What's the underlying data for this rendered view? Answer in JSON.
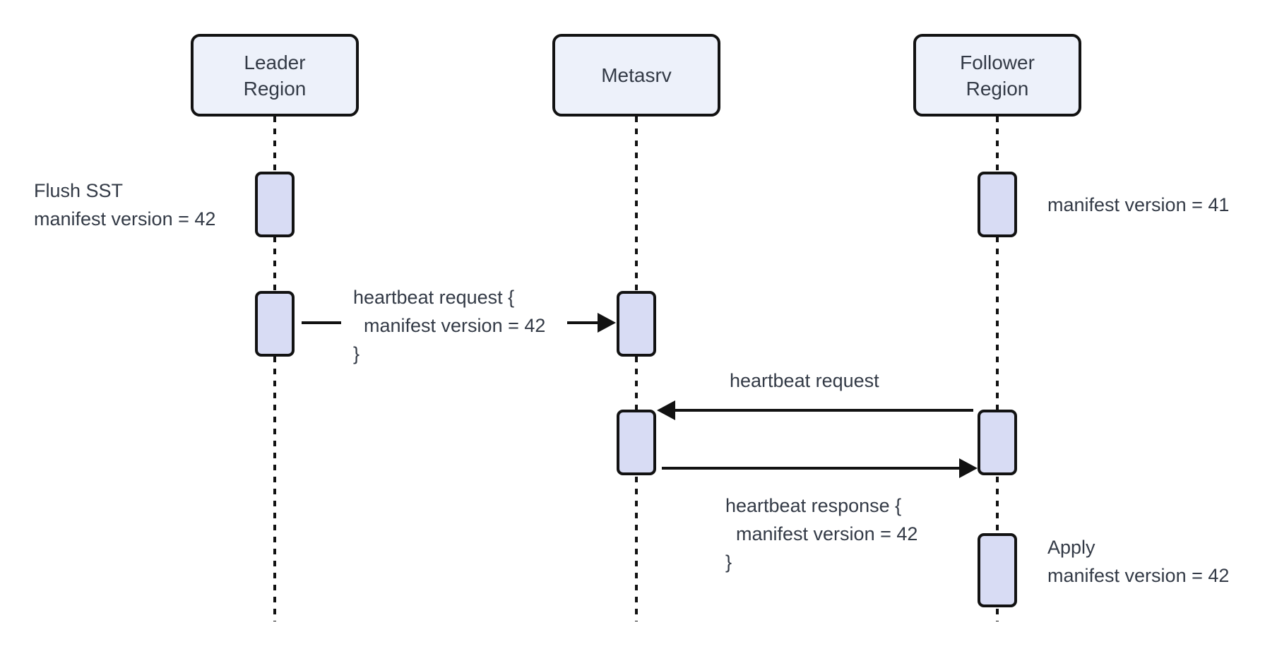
{
  "colors": {
    "line": "#121212",
    "text": "#333a46",
    "participant_fill": "#edf1fa",
    "activation_fill": "#d8dcf4",
    "background": "#ffffff"
  },
  "participants": [
    {
      "id": "leader-region",
      "label": "Leader\nRegion"
    },
    {
      "id": "metasrv",
      "label": "Metasrv"
    },
    {
      "id": "follower-region",
      "label": "Follower\nRegion"
    }
  ],
  "annotations": {
    "flush_sst": "Flush SST\nmanifest version = 42",
    "manifest_v41": "manifest version = 41",
    "apply": "Apply\nmanifest version = 42"
  },
  "messages": {
    "leader_heartbeat_request": "heartbeat request {\n  manifest version = 42\n}",
    "follower_heartbeat_request": "heartbeat request",
    "heartbeat_response": "heartbeat response {\n  manifest version = 42\n}"
  }
}
